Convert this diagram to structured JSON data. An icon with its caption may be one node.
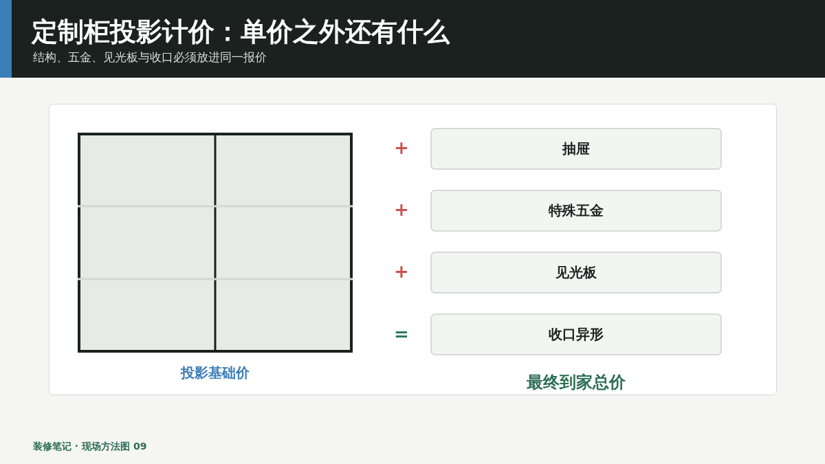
{
  "diagram": {
    "title": "定制柜投影计价：单价之外还有什么",
    "caption": "装修笔记 · 现场方法图 09",
    "nodes": [
      {
        "text": [],
        "shape": "picture",
        "beside": [
          "投影基础价"
        ]
      },
      {
        "text": [
          "抽屉"
        ]
      },
      {
        "text": [
          "特殊五金"
        ]
      },
      {
        "text": [
          "见光板"
        ]
      },
      {
        "text": [
          "收口异形"
        ]
      }
    ],
    "labels": [
      "结构、五金、见光板与收口必须放进同一报价",
      "+",
      "+",
      "+",
      "=",
      "最终到家总价"
    ]
  }
}
